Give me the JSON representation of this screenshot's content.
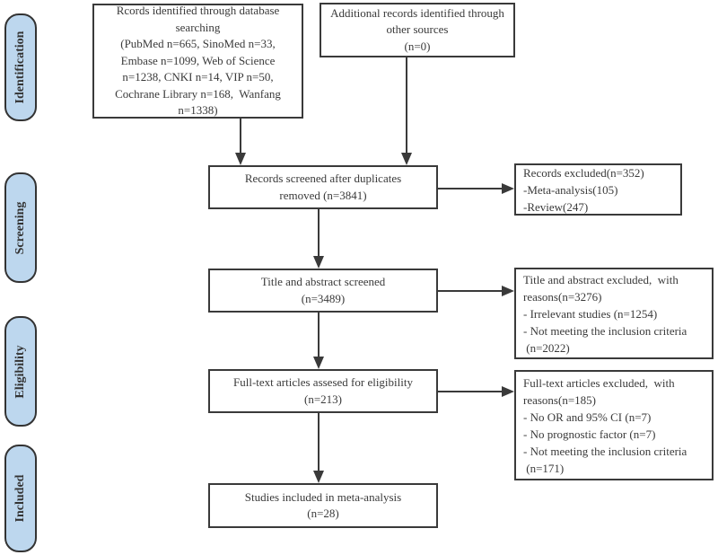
{
  "diagram": {
    "title": "PRISMA flow diagram",
    "colors": {
      "stage_fill": "#bdd7ee",
      "stage_border": "#333333",
      "box_border": "#3a3a3a",
      "text": "#3a3a3a",
      "arrow": "#3a3a3a",
      "background": "#ffffff"
    },
    "stages": [
      {
        "label": "Identification"
      },
      {
        "label": "Screening"
      },
      {
        "label": "Eligibility"
      },
      {
        "label": "Included"
      }
    ],
    "boxes": {
      "database_search": {
        "lines": [
          "Rcords identified through database",
          "searching",
          "(PubMed n=665, SinoMed n=33,",
          "Embase n=1099, Web of Science",
          "n=1238, CNKI n=14, VIP n=50,",
          "Cochrane Library n=168,  Wanfang",
          "n=1338)"
        ]
      },
      "other_sources": {
        "lines": [
          "Additional records identified through",
          "other sources",
          "(n=0)"
        ]
      },
      "duplicates_removed": {
        "lines": [
          "Records screened after duplicates",
          "removed (n=3841)"
        ]
      },
      "records_excluded": {
        "lines": [
          "Records excluded(n=352)",
          "-Meta-analysis(105)",
          "-Review(247)"
        ]
      },
      "title_abstract_screened": {
        "lines": [
          "Title and abstract screened",
          "(n=3489)"
        ]
      },
      "title_abstract_excluded": {
        "lines": [
          "Title and abstract excluded,  with",
          "reasons(n=3276)",
          "- Irrelevant studies (n=1254)",
          "- Not meeting the inclusion criteria",
          " (n=2022)"
        ]
      },
      "fulltext_assessed": {
        "lines": [
          "Full-text articles assesed for eligibility",
          "(n=213)"
        ]
      },
      "fulltext_excluded": {
        "lines": [
          "Full-text articles excluded,  with",
          "reasons(n=185)",
          "- No OR and 95% CI (n=7)",
          "- No prognostic factor (n=7)",
          "- Not meeting the inclusion criteria",
          " (n=171)"
        ]
      },
      "included_studies": {
        "lines": [
          "Studies included in meta-analysis",
          "(n=28)"
        ]
      }
    }
  }
}
